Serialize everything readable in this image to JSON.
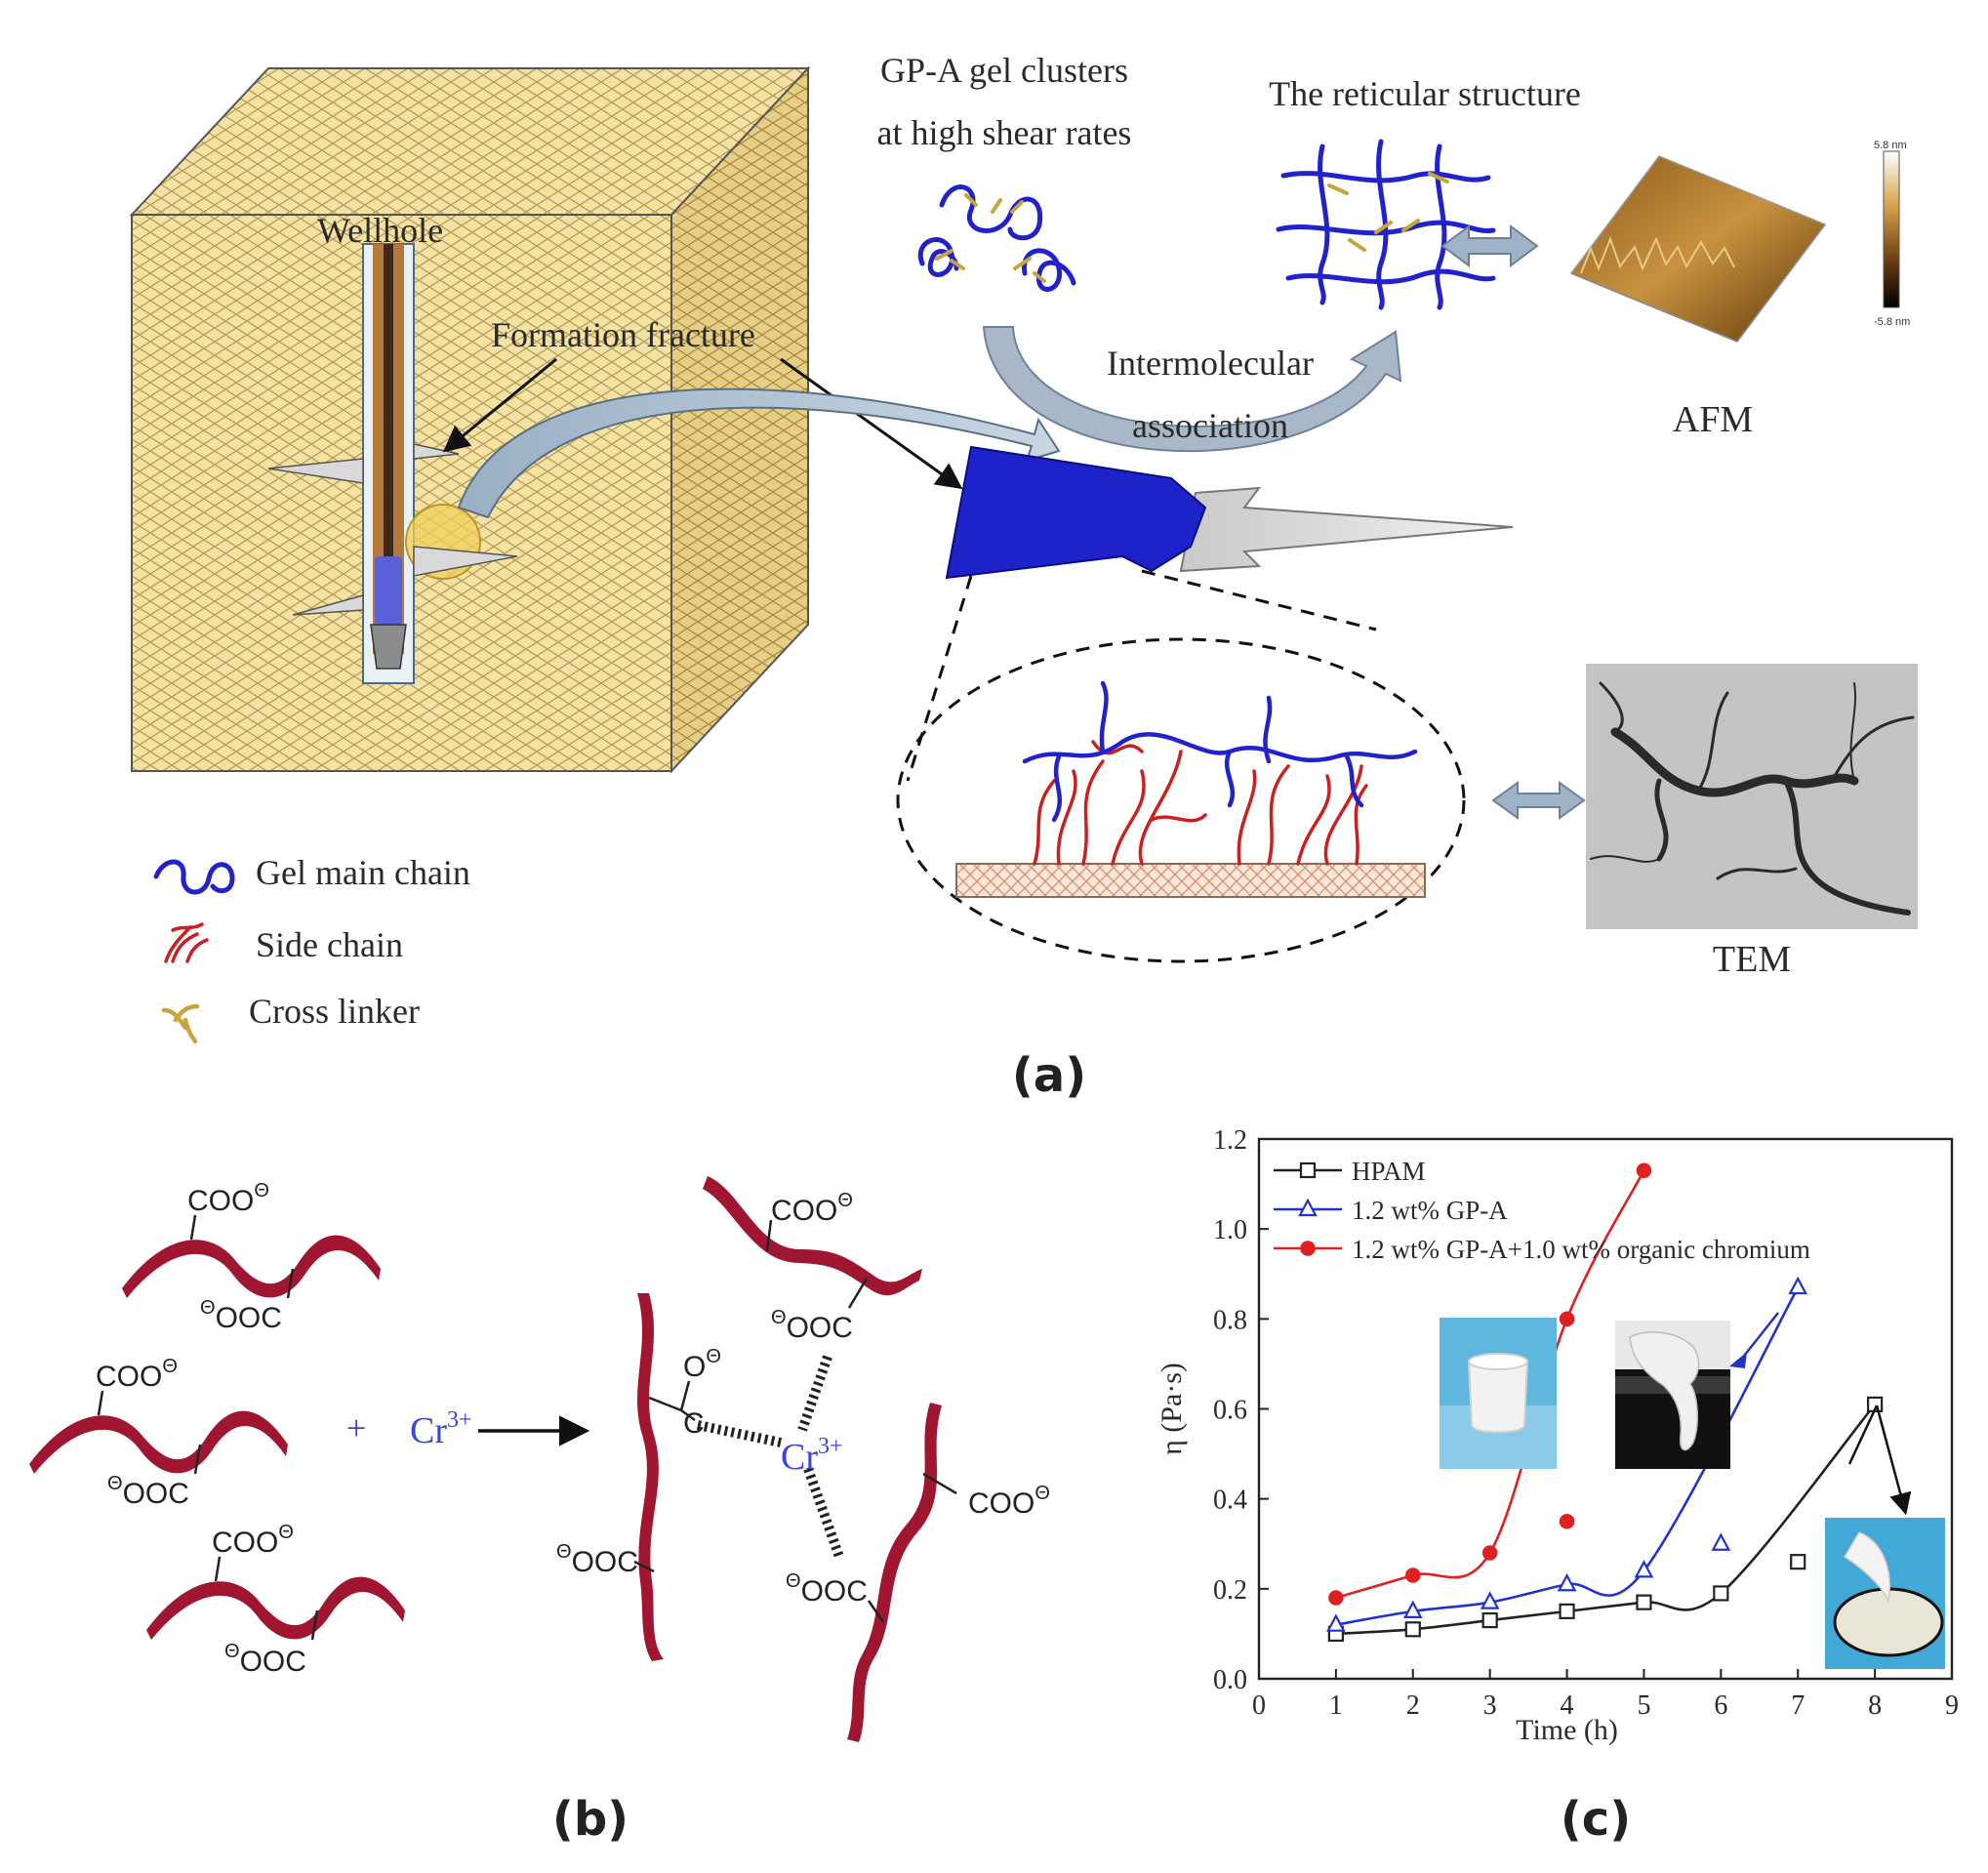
{
  "panel_a": {
    "label_wellhole": "Wellhole",
    "label_fracture": "Formation fracture",
    "label_clusters_l1": "GP-A gel clusters",
    "label_clusters_l2": "at high shear rates",
    "label_reticular": "The reticular structure",
    "label_inter_l1": "Intermolecular",
    "label_inter_l2": "association",
    "label_afm": "AFM",
    "afm_scale_top": "5.8 nm",
    "afm_scale_bottom": "-5.8 nm",
    "label_tem": "TEM",
    "legend": [
      {
        "label": "Gel main chain",
        "icon": "blue-coil-icon"
      },
      {
        "label": "Side chain",
        "icon": "red-branch-icon"
      },
      {
        "label": "Cross linker",
        "icon": "yellow-linker-icon"
      }
    ],
    "caption": "(a)"
  },
  "panel_b": {
    "coo_top": "COO",
    "coo_bottom": "OOC",
    "charge": "Θ",
    "plus": "+",
    "cr": "Cr",
    "cr_charge": "3+",
    "bond_o": "O",
    "bond_c": "C",
    "caption": "(b)"
  },
  "panel_c": {
    "caption": "(c)",
    "chart_data": {
      "type": "line",
      "xlabel": "Time (h)",
      "ylabel": "η (Pa·s)",
      "xlim": [
        0,
        9
      ],
      "ylim": [
        0.0,
        1.2
      ],
      "xticks": [
        "0",
        "1",
        "2",
        "3",
        "4",
        "5",
        "6",
        "7",
        "8",
        "9"
      ],
      "yticks": [
        "0.0",
        "0.2",
        "0.4",
        "0.6",
        "0.8",
        "1.0",
        "1.2"
      ],
      "legend_position": "top-left",
      "series": [
        {
          "name": "HPAM",
          "color": "#222222",
          "marker": "square-open",
          "x": [
            1,
            2,
            3,
            4,
            5,
            6,
            7,
            8
          ],
          "y": [
            0.1,
            0.11,
            0.13,
            0.15,
            0.17,
            0.19,
            0.26,
            0.61
          ]
        },
        {
          "name": "1.2 wt% GP-A",
          "color": "#2233cc",
          "marker": "triangle-open",
          "x": [
            1,
            2,
            3,
            4,
            5,
            6,
            7
          ],
          "y": [
            0.12,
            0.15,
            0.17,
            0.21,
            0.24,
            0.3,
            0.87
          ]
        },
        {
          "name": "1.2 wt% GP-A+1.0 wt% organic chromium",
          "color": "#e02020",
          "marker": "circle-filled",
          "x": [
            1,
            2,
            3,
            4,
            4,
            5
          ],
          "y": [
            0.18,
            0.23,
            0.28,
            0.35,
            0.8,
            1.13
          ]
        }
      ]
    }
  }
}
